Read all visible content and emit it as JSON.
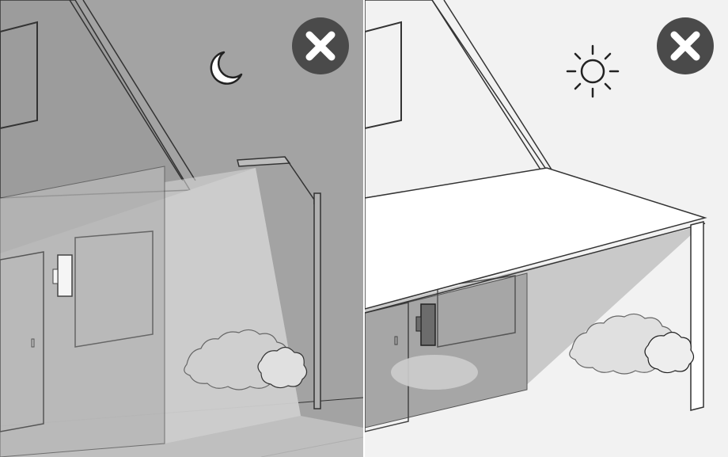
{
  "scenes": [
    {
      "id": "night",
      "time_icon": "moon-icon",
      "status_icon": "close-icon",
      "status": "incorrect",
      "palette": {
        "sky": "#a3a3a3",
        "wall": "#b7b7b7",
        "light": "#d2d2d2",
        "badge": "#4a4a4a"
      }
    },
    {
      "id": "day",
      "time_icon": "sun-icon",
      "status_icon": "close-icon",
      "status": "incorrect",
      "palette": {
        "sky": "#f2f2f2",
        "wall": "#9f9f9f",
        "shade": "#cfcfcf",
        "badge": "#4a4a4a"
      }
    }
  ],
  "colors": {
    "line": "#222222",
    "badge": "#4a4a4a",
    "badge_mark": "#ffffff"
  }
}
